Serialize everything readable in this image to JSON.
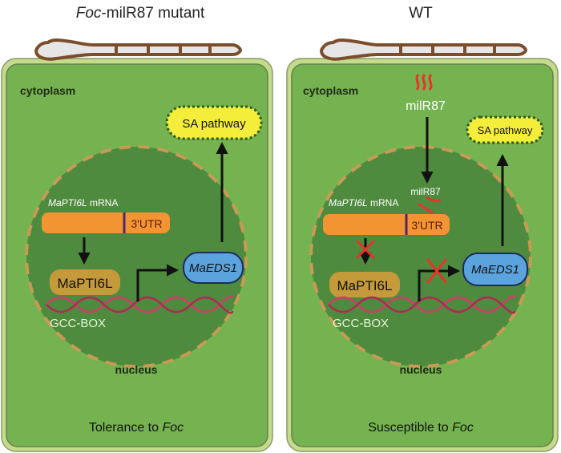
{
  "panels": [
    {
      "id": "mutant",
      "title_italic": "Foc",
      "title_rest": "-milR87 mutant",
      "cytoplasm_label": "cytoplasm",
      "nucleus_label": "nucleus",
      "mrna_label_italic": "MaPTI6L",
      "mrna_label_rest": " mRNA",
      "utr_label": "3'UTR",
      "protein_label": "MaPTI6L",
      "gcc_label": "GCC-BOX",
      "eds1_label": "MaEDS1",
      "sa_label": "SA pathway",
      "outcome_rest": "Tolerance to ",
      "outcome_italic": "Foc",
      "blocked": false
    },
    {
      "id": "wt",
      "title_italic": "",
      "title_rest": "WT",
      "cytoplasm_label": "cytoplasm",
      "nucleus_label": "nucleus",
      "milr87_cyto_label": "milR87",
      "milr87_nuc_label": "milR87",
      "mrna_label_italic": "MaPTI6L",
      "mrna_label_rest": " mRNA",
      "utr_label": "3'UTR",
      "protein_label": "MaPTI6L",
      "gcc_label": "GCC-BOX",
      "eds1_label": "MaEDS1",
      "sa_label": "SA pathway",
      "outcome_rest": "Susceptible to ",
      "outcome_italic": "Foc",
      "blocked": true
    }
  ],
  "colors": {
    "cell_outer": "#c4dc8a",
    "cell_inner": "#74b34f",
    "nucleus": "#4f8b3e",
    "nucleus_border": "#c89a55",
    "hypha_fill": "#e6e6e6",
    "hypha_stroke": "#7a4e2c",
    "mrna": "#f39433",
    "protein": "#c49a3a",
    "eds1": "#5aa3dd",
    "sa": "#f4ee3a",
    "dna": "#d23c6a",
    "inhibit": "#e8332a"
  }
}
